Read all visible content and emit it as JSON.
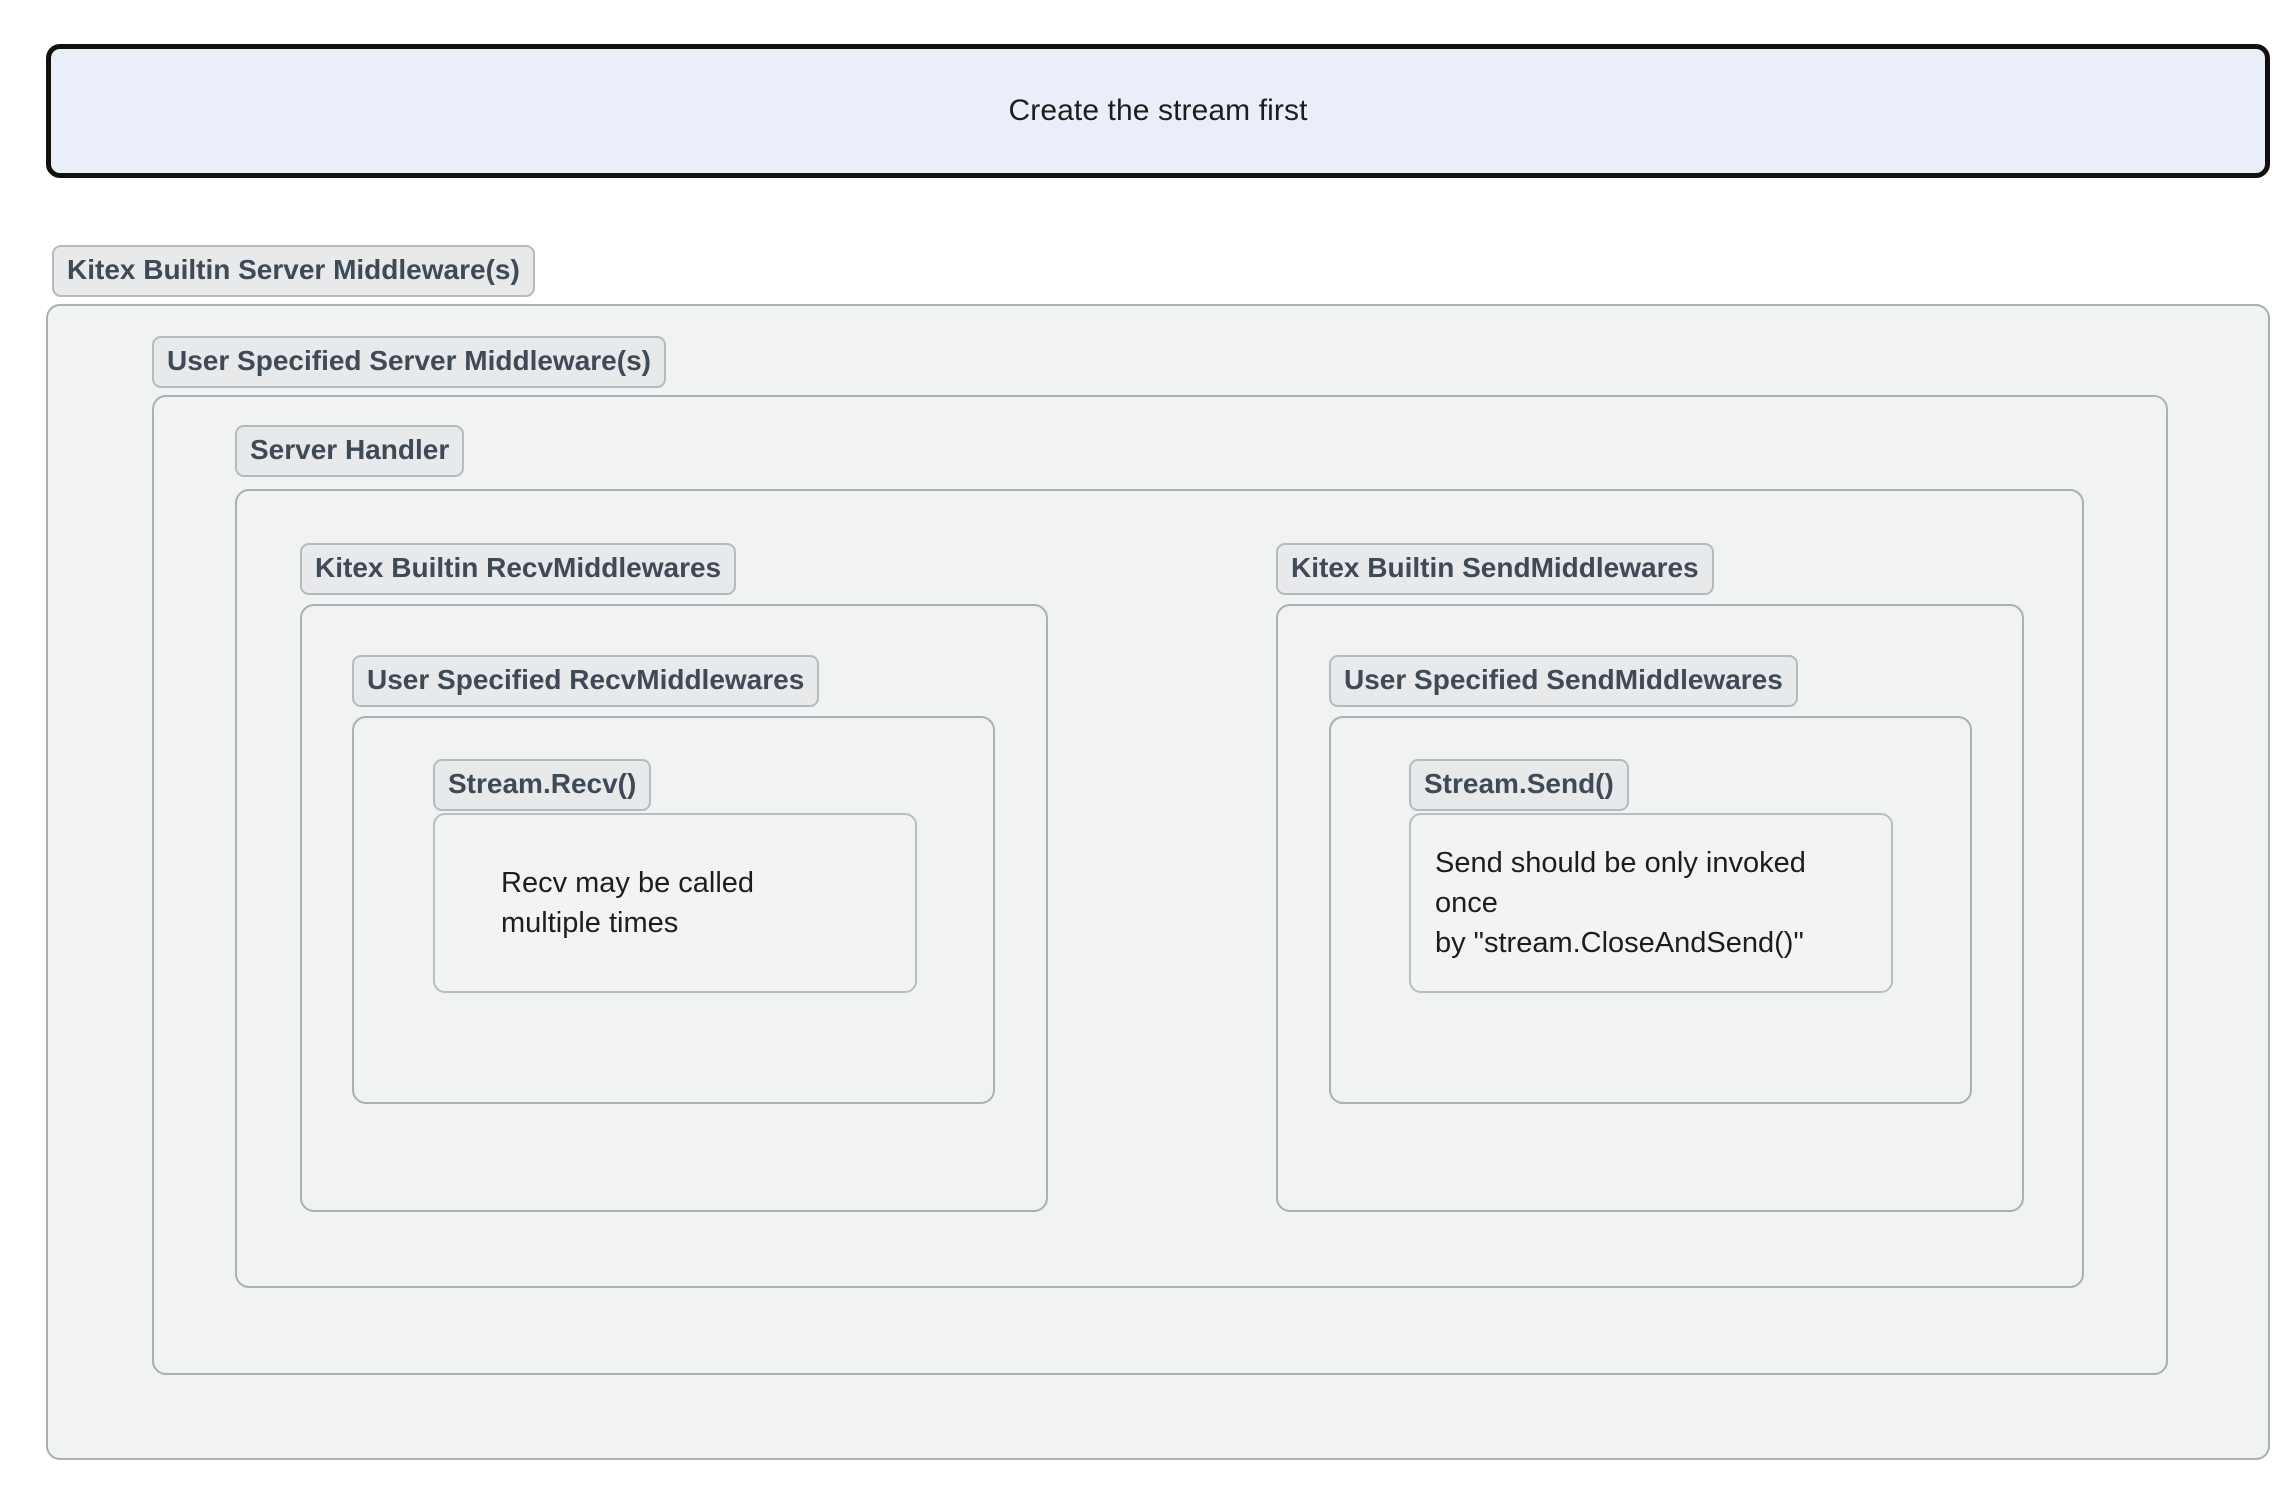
{
  "banner": {
    "text": "Create the stream first"
  },
  "zones": {
    "builtin_server_middlewares": {
      "label": "Kitex Builtin Server Middleware(s)"
    },
    "user_server_middlewares": {
      "label": "User Specified Server Middleware(s)"
    },
    "server_handler": {
      "label": "Server Handler"
    },
    "builtin_recv_middlewares": {
      "label": "Kitex Builtin RecvMiddlewares"
    },
    "user_recv_middlewares": {
      "label": "User Specified RecvMiddlewares"
    },
    "stream_recv": {
      "label": "Stream.Recv()"
    },
    "builtin_send_middlewares": {
      "label": "Kitex Builtin SendMiddlewares"
    },
    "user_send_middlewares": {
      "label": "User Specified SendMiddlewares"
    },
    "stream_send": {
      "label": "Stream.Send()"
    }
  },
  "notes": {
    "recv": "Recv may be called\nmultiple times",
    "send": "Send should be only invoked once\nby \"stream.CloseAndSend()\""
  },
  "colors": {
    "banner_fill": "#eaeef8",
    "banner_border": "#12100f",
    "zone_fill": "#f1f3f2",
    "zone_border": "#a9b0b5",
    "tag_fill": "#e7e9ea",
    "tag_border": "#b4bac0",
    "tag_text": "#3f4a57",
    "body_text": "#1d1d1d",
    "page_background": "#ffffff"
  }
}
